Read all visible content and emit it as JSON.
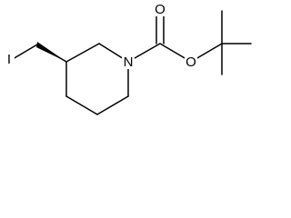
{
  "molecule": {
    "atoms": {
      "iodine": "I",
      "nitrogen": "N",
      "carbonyl_oxygen": "O",
      "ester_oxygen": "O"
    }
  },
  "colors": {
    "bond": "#000000",
    "label": "#000000",
    "background": "#ffffff"
  }
}
